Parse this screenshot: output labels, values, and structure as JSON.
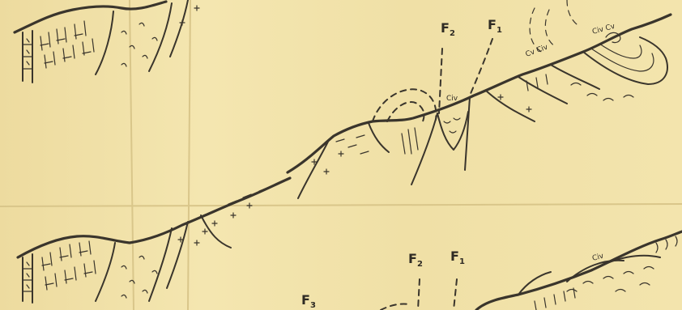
{
  "upper_section": {
    "fault_f2": "F",
    "fault_f2_sub": "2",
    "fault_f1": "F",
    "fault_f1_sub": "1",
    "unit_civ_left": "Civ",
    "unit_cv_pair": "Cv Civ",
    "unit_top_right": "Civ Cv"
  },
  "lower_section": {
    "fault_f2": "F",
    "fault_f2_sub": "2",
    "fault_f1": "F",
    "fault_f1_sub": "1",
    "fault_f3": "F",
    "fault_f3_sub": "3",
    "unit_civ_right": "Civ"
  },
  "colors": {
    "paper": "#f1e2a8",
    "ink": "#3a352c"
  }
}
